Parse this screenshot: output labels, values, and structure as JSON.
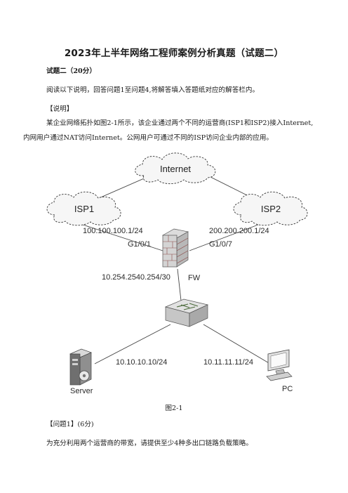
{
  "title": "2023年上半年网络工程师案例分析真题（试题二）",
  "section_heading": "试题二（20分）",
  "instruction": "阅读以下说明，回答问题1至问题4,将解答填入答题纸对应的解答栏内。",
  "note_heading": "【说明】",
  "description_line1": "某企业网络拓扑如图2-1所示，该企业通过两个不同的运营商(ISP1和ISP2)接入Internet,",
  "description_line2": "内网用户通过NAT访问Internet。公网用户可通过不同的ISP访问企业内部的应用。",
  "diagram": {
    "internet": "Internet",
    "isp1": "ISP1",
    "isp2": "ISP2",
    "isp1_ip": "100.100.100.1/24",
    "isp2_ip": "200.200.200.1/24",
    "fw_port1": "G1/0/1",
    "fw_port2": "G1/0/7",
    "fw_inner_ip": "10.254.2540.254/30",
    "fw": "FW",
    "server_ip": "10.10.10.10/24",
    "pc_ip": "10.11.11.11/24",
    "server": "Server",
    "pc": "PC"
  },
  "figure_caption": "图2-1",
  "question1_heading": "【问题1】",
  "question1_points": "(6分)",
  "question1_text": "为充分利用两个运营商的带宽，请提供至少4种多出口链路负载策略。"
}
